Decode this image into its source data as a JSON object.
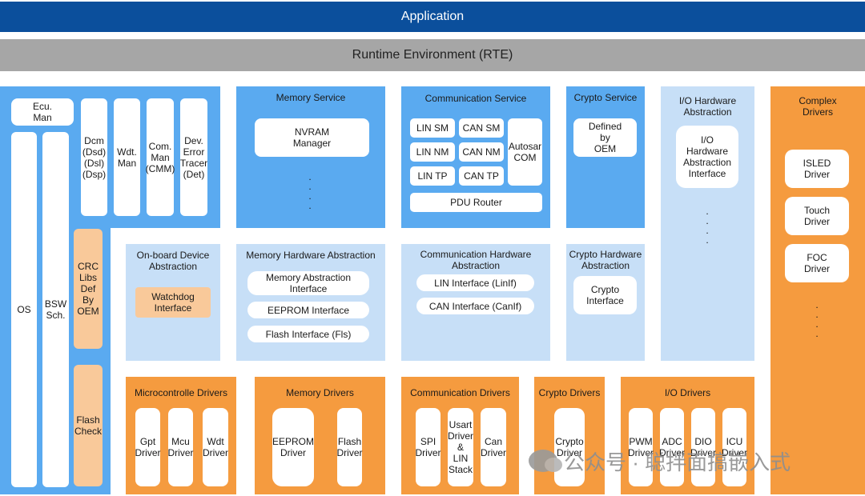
{
  "application": "Application",
  "rte": "Runtime Environment (RTE)",
  "services": {
    "ecu_man": "Ecu.\nMan",
    "os": "OS",
    "bsw_sch": "BSW\nSch.",
    "dcm": "Dcm\n(Dsd)\n(Dsl)\n(Dsp)",
    "wdt_man": "Wdt.\nMan",
    "com_man": "Com.\nMan\n(CMM)",
    "det": "Dev.\nError\nTracer\n(Det)",
    "crc": "CRC\nLibs\nDef\nBy\nOEM",
    "flash_check": "Flash\nCheck"
  },
  "memory_service": {
    "title": "Memory Service",
    "nvram": "NVRAM\nManager",
    "dots": ".\n.\n.\n."
  },
  "comm_service": {
    "title": "Communication Service",
    "items": [
      "LIN SM",
      "CAN SM",
      "LIN NM",
      "CAN NM",
      "LIN TP",
      "CAN TP"
    ],
    "autosar_com": "Autosar\nCOM",
    "pdu_router": "PDU Router"
  },
  "crypto_service": {
    "title": "Crypto  Service",
    "defined": "Defined\nby\nOEM"
  },
  "io_hw_abstraction": {
    "title": "I/O  Hardware\nAbstraction",
    "interface": "I/O\nHardware\nAbstraction\nInterface",
    "dots": ".\n.\n.\n."
  },
  "complex_drivers": {
    "title": "Complex\nDrivers",
    "items": [
      "ISLED\nDriver",
      "Touch\nDriver",
      "FOC\nDriver"
    ],
    "dots": ".\n.\n.\n."
  },
  "onboard": {
    "title": "On-board  Device\nAbstraction",
    "watchdog": "Watchdog\nInterface"
  },
  "mem_hw": {
    "title": "Memory  Hardware Abstraction",
    "items": [
      "Memory Abstraction\nInterface",
      "EEPROM Interface",
      "Flash Interface (Fls)"
    ]
  },
  "comm_hw": {
    "title": "Communication Hardware\nAbstraction",
    "items": [
      "LIN Interface (LinIf)",
      "CAN Interface (CanIf)"
    ]
  },
  "crypto_hw": {
    "title": "Crypto  Hardware\nAbstraction",
    "interface": "Crypto\nInterface"
  },
  "mcu_drivers": {
    "title": "Microcontrolle  Drivers",
    "items": [
      "Gpt\nDriver",
      "Mcu\nDriver",
      "Wdt\nDriver"
    ]
  },
  "mem_drivers": {
    "title": "Memory  Drivers",
    "items": [
      "EEPROM\nDriver",
      "Flash\nDriver"
    ]
  },
  "comm_drivers": {
    "title": "Communication  Drivers",
    "items": [
      "SPI\nDriver",
      "Usart\nDriver\n&\nLIN\nStack",
      "Can\nDriver"
    ]
  },
  "crypto_drivers": {
    "title": "Crypto  Drivers",
    "item": "Crypto\nDriver"
  },
  "io_drivers": {
    "title": "I/O Drivers",
    "items": [
      "PWM\nDriver",
      "ADC\nDriver",
      "DIO\nDriver",
      "ICU\nDriver"
    ]
  },
  "watermark": "公众号 · 聪拌面搞嵌入式",
  "colors": {
    "app": "#0b4f9c",
    "rte": "#a6a6a6",
    "service": "#5aaaf0",
    "abstraction": "#c7dff7",
    "driver": "#f59b3f",
    "driver_light": "#f9c99a"
  }
}
